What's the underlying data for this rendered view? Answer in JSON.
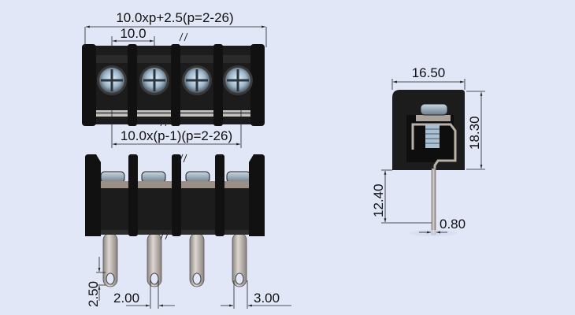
{
  "diagram": {
    "title": "Barrier terminal block dimension drawing",
    "background": "#e1e7f7",
    "body_color": "#1e1e1e",
    "views": {
      "top_view": {
        "positions_shown": 4,
        "dims": {
          "overall_length": "10.0xp+2.5(p=2-26)",
          "pitch": "10.0",
          "pin_span": "10.0x(p-1)(p=2-26)"
        }
      },
      "front_view": {
        "pins_shown": 4,
        "dims": {
          "hole_height": "2.50",
          "hole_width": "2.00",
          "pin_width": "3.00"
        }
      },
      "side_view": {
        "dims": {
          "body_width": "16.50",
          "body_height": "18.30",
          "pin_length": "12.40",
          "pin_thickness": "0.80"
        }
      }
    }
  }
}
